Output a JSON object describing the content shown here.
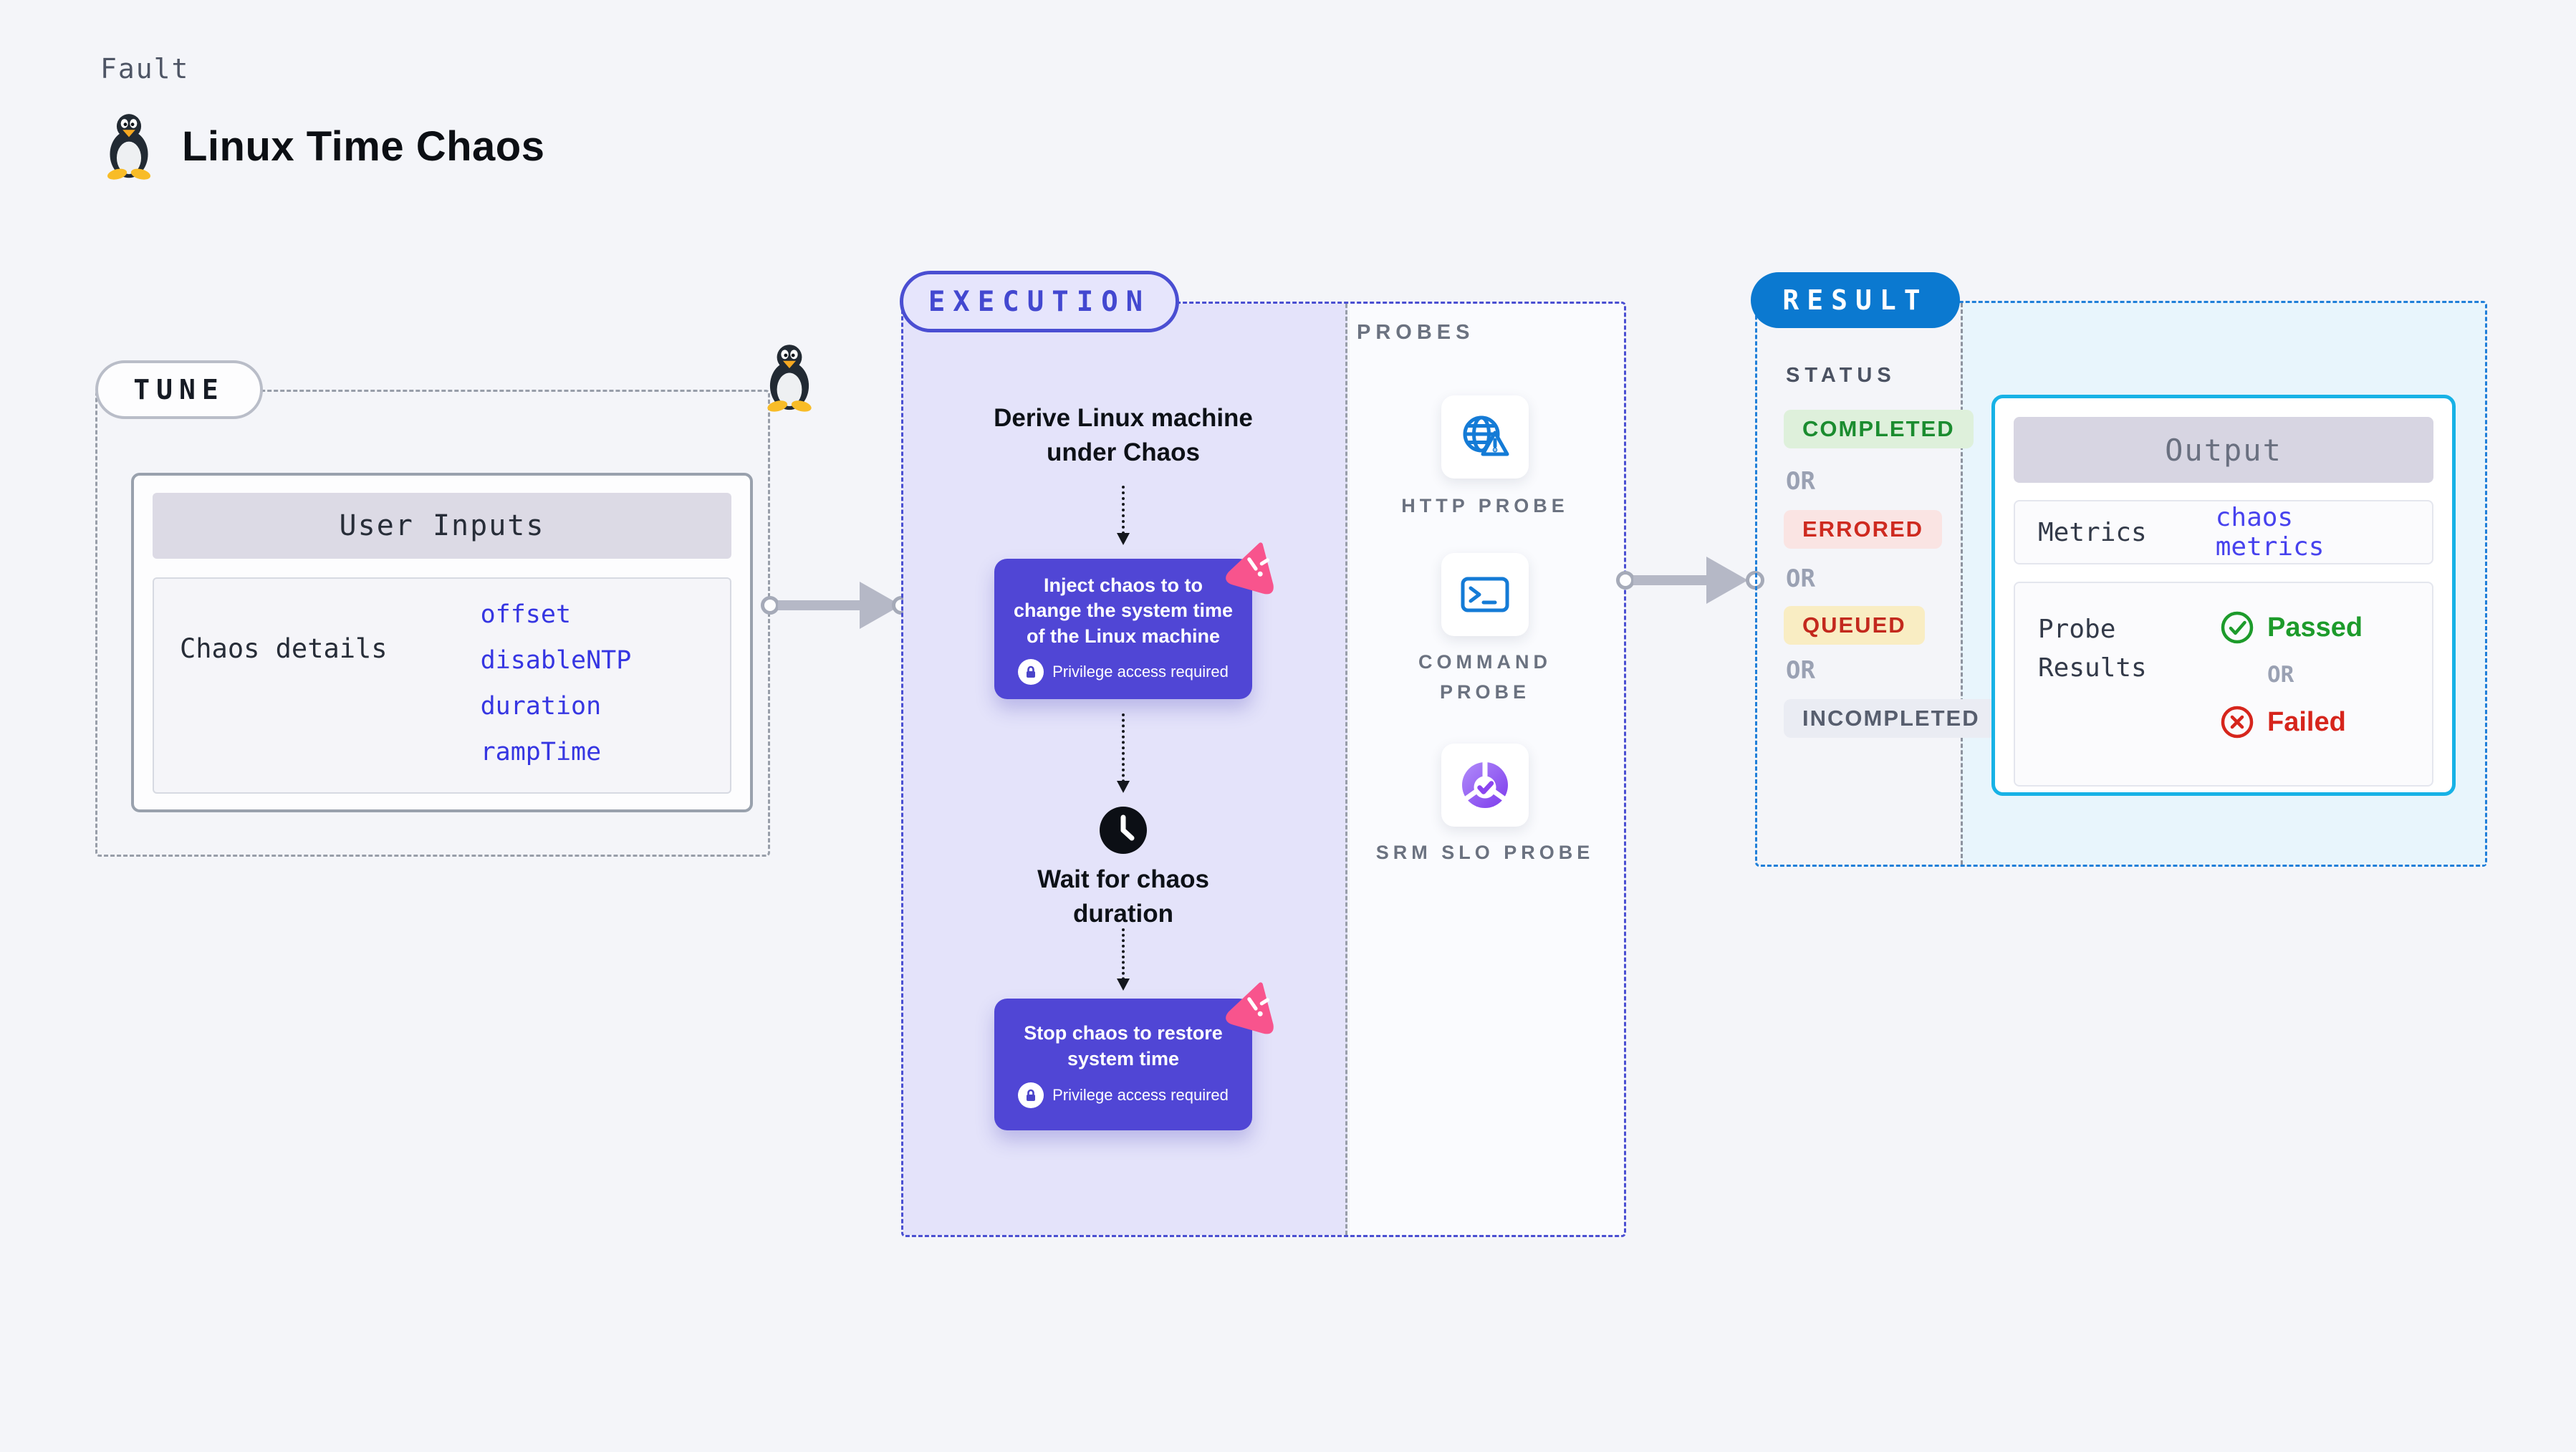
{
  "header": {
    "kicker": "Fault",
    "title": "Linux Time Chaos"
  },
  "tune": {
    "label": "TUNE",
    "user_inputs": {
      "title": "User Inputs",
      "row_label": "Chaos details",
      "params": [
        "offset",
        "disableNTP",
        "duration",
        "rampTime"
      ]
    }
  },
  "execution": {
    "label": "EXECUTION",
    "derive_text": "Derive Linux machine under Chaos",
    "inject_text": "Inject chaos to to change the system time of the Linux machine",
    "wait_text": "Wait for chaos duration",
    "stop_text": "Stop chaos to restore system time",
    "privilege_note": "Privilege access required"
  },
  "probes": {
    "label": "PROBES",
    "items": [
      {
        "name": "HTTP PROBE",
        "icon": "globe-alert-icon"
      },
      {
        "name": "COMMAND PROBE",
        "icon": "terminal-icon"
      },
      {
        "name": "SRM SLO PROBE",
        "icon": "slo-donut-icon"
      }
    ]
  },
  "result": {
    "label": "RESULT",
    "status": {
      "heading": "STATUS",
      "separator": "OR",
      "values": [
        "COMPLETED",
        "ERRORED",
        "QUEUED",
        "INCOMPLETED"
      ]
    },
    "output": {
      "title": "Output",
      "metrics_label": "Metrics",
      "metrics_value": "chaos metrics",
      "probe_results_label": "Probe Results",
      "passed": "Passed",
      "separator": "OR",
      "failed": "Failed"
    }
  },
  "colors": {
    "accent_indigo": "#5046d5",
    "accent_blue": "#0b79d0",
    "accent_cyan": "#17b2e6",
    "passed_green": "#1d9b2b",
    "failed_red": "#d6251c",
    "link_blue": "#3636e2",
    "badge_pink": "#f8548d"
  }
}
